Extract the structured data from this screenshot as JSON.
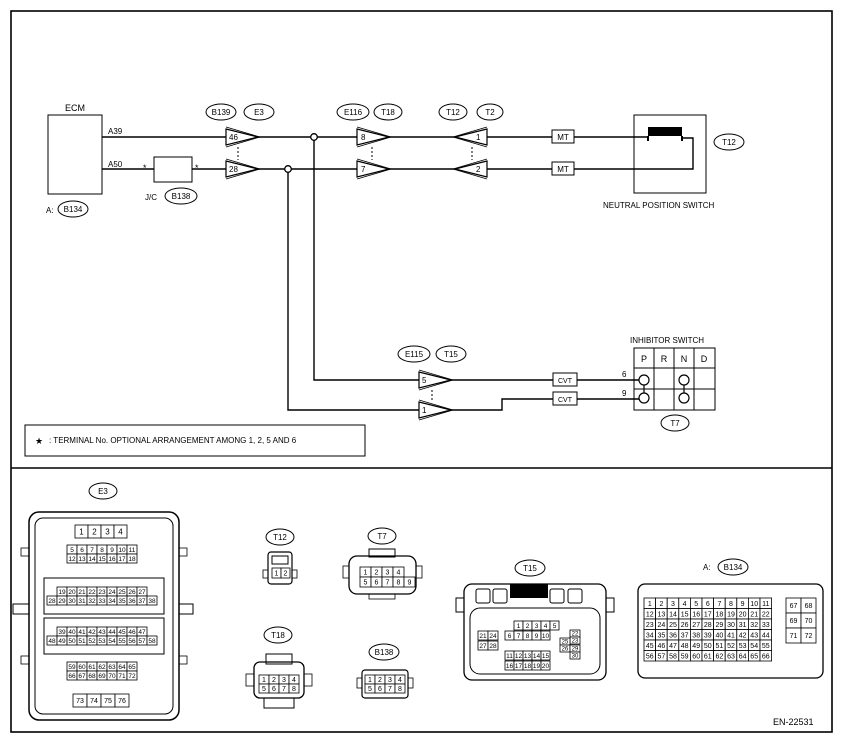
{
  "top": {
    "ecm_label": "ECM",
    "ecm_connector_prefix": "A:",
    "ecm_connector_tag": "B134",
    "pin_a39": "A39",
    "pin_a50": "A50",
    "jc_label": "J/C",
    "jc_tag": "B138",
    "asterisk": "*",
    "conn_b139_tag": "B139",
    "conn_e3_tag": "E3",
    "conn_b139_pin_top": "46",
    "conn_b139_pin_bot": "28",
    "conn_e116_tag": "E116",
    "conn_t18_tag": "T18",
    "conn_e116_pin_top": "8",
    "conn_e116_pin_bot": "7",
    "conn_t12_tag": "T12",
    "conn_t2_tag": "T2",
    "conn_t12_pin_top": "1",
    "conn_t12_pin_bot": "2",
    "mt_label_1": "MT",
    "mt_label_2": "MT",
    "nps_tag": "T12",
    "nps_label": "NEUTRAL POSITION SWITCH",
    "inhibitor_title": "INHIBITOR SWITCH",
    "inhibitor_cols": [
      "P",
      "R",
      "N",
      "D"
    ],
    "inhibitor_tag": "T7",
    "inhibitor_pin_top": "6",
    "inhibitor_pin_bot": "9",
    "cvt_label_1": "CVT",
    "cvt_label_2": "CVT",
    "conn_e115_tag": "E115",
    "conn_t15_tag": "T15",
    "conn_e115_pin_top": "5",
    "conn_e115_pin_bot": "1",
    "note_star": "★",
    "note_text": ": TERMINAL No. OPTIONAL ARRANGEMENT AMONG 1, 2, 5 AND 6"
  },
  "connectors": {
    "e3": {
      "tag": "E3",
      "row1": [
        "1",
        "2",
        "3",
        "4"
      ],
      "row2": [
        "5",
        "6",
        "7",
        "8",
        "9",
        "10",
        "11"
      ],
      "row3": [
        "12",
        "13",
        "14",
        "15",
        "16",
        "17",
        "18"
      ],
      "row4": [
        "19",
        "20",
        "21",
        "22",
        "23",
        "24",
        "25",
        "26",
        "27"
      ],
      "row5": [
        "28",
        "29",
        "30",
        "31",
        "32",
        "33",
        "34",
        "35",
        "36",
        "37",
        "38"
      ],
      "row6": [
        "39",
        "40",
        "41",
        "42",
        "43",
        "44",
        "45",
        "46",
        "47"
      ],
      "row7": [
        "48",
        "49",
        "50",
        "51",
        "52",
        "53",
        "54",
        "55",
        "56",
        "57",
        "58"
      ],
      "row8": [
        "59",
        "60",
        "61",
        "62",
        "63",
        "64",
        "65"
      ],
      "row9": [
        "66",
        "67",
        "68",
        "69",
        "70",
        "71",
        "72"
      ],
      "row10": [
        "73",
        "74",
        "75",
        "76"
      ]
    },
    "t12": {
      "tag": "T12",
      "pins": [
        "1",
        "2"
      ]
    },
    "t7": {
      "tag": "T7",
      "row1": [
        "1",
        "2",
        "3",
        "4"
      ],
      "row2": [
        "5",
        "6",
        "7",
        "8",
        "9"
      ]
    },
    "t18": {
      "tag": "T18",
      "row1": [
        "1",
        "2",
        "3",
        "4"
      ],
      "row2": [
        "5",
        "6",
        "7",
        "8"
      ]
    },
    "b138": {
      "tag": "B138",
      "row1": [
        "1",
        "2",
        "3",
        "4"
      ],
      "row2": [
        "5",
        "6",
        "7",
        "8"
      ]
    },
    "t15": {
      "tag": "T15",
      "row1": [
        "1",
        "2",
        "3",
        "4",
        "5"
      ],
      "row2": [
        "6",
        "7",
        "8",
        "9",
        "10"
      ],
      "row3": [
        "11",
        "12",
        "13",
        "14",
        "15"
      ],
      "row4": [
        "16",
        "17",
        "18",
        "19",
        "20"
      ],
      "left": [
        "21",
        "24",
        "27",
        "28"
      ],
      "right": [
        "22",
        "23",
        "25",
        "26",
        "29",
        "30"
      ]
    },
    "b134": {
      "prefix": "A:",
      "tag": "B134",
      "rows": [
        [
          "1",
          "2",
          "3",
          "4",
          "5",
          "6",
          "7",
          "8",
          "9",
          "10",
          "11"
        ],
        [
          "12",
          "13",
          "14",
          "15",
          "16",
          "17",
          "18",
          "19",
          "20",
          "21",
          "22"
        ],
        [
          "23",
          "24",
          "25",
          "26",
          "27",
          "28",
          "29",
          "30",
          "31",
          "32",
          "33"
        ],
        [
          "34",
          "35",
          "36",
          "37",
          "38",
          "39",
          "40",
          "41",
          "42",
          "43",
          "44"
        ],
        [
          "45",
          "46",
          "47",
          "48",
          "49",
          "50",
          "51",
          "52",
          "53",
          "54",
          "55"
        ],
        [
          "56",
          "57",
          "58",
          "59",
          "60",
          "61",
          "62",
          "63",
          "64",
          "65",
          "66"
        ]
      ],
      "right_rows": [
        [
          "67",
          "68"
        ],
        [
          "69",
          "70"
        ],
        [
          "71",
          "72"
        ]
      ]
    }
  },
  "footer_code": "EN-22531"
}
